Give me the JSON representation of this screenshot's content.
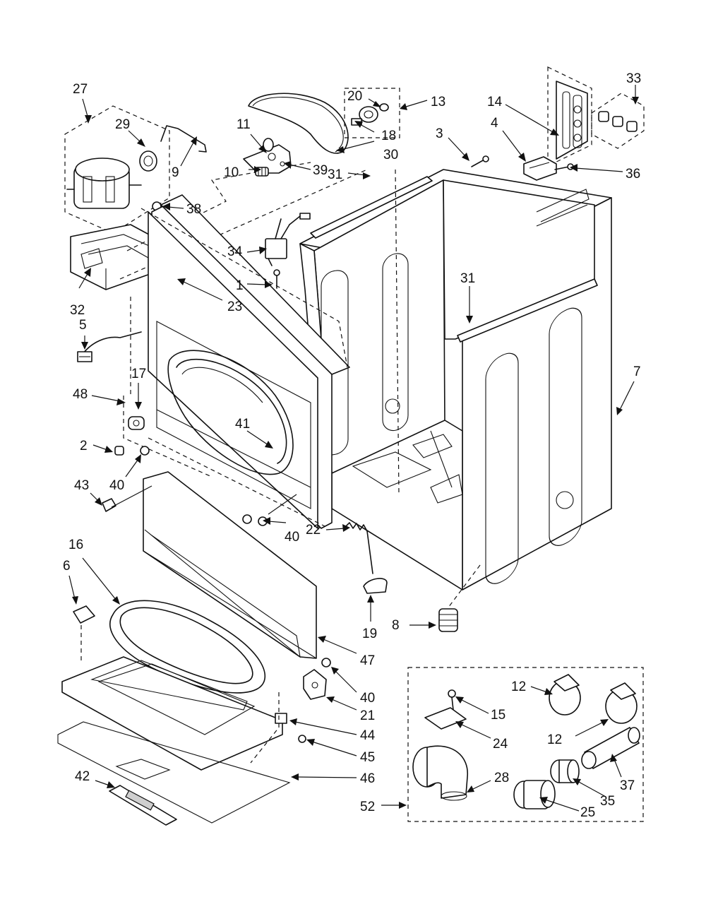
{
  "diagram": {
    "callouts": [
      {
        "id": "c1",
        "label": "1"
      },
      {
        "id": "c2",
        "label": "2"
      },
      {
        "id": "c3",
        "label": "3"
      },
      {
        "id": "c4",
        "label": "4"
      },
      {
        "id": "c5",
        "label": "5"
      },
      {
        "id": "c6",
        "label": "6"
      },
      {
        "id": "c7",
        "label": "7"
      },
      {
        "id": "c8",
        "label": "8"
      },
      {
        "id": "c9",
        "label": "9"
      },
      {
        "id": "c10",
        "label": "10"
      },
      {
        "id": "c11",
        "label": "11"
      },
      {
        "id": "c12a",
        "label": "12"
      },
      {
        "id": "c12b",
        "label": "12"
      },
      {
        "id": "c13",
        "label": "13"
      },
      {
        "id": "c14",
        "label": "14"
      },
      {
        "id": "c15",
        "label": "15"
      },
      {
        "id": "c16",
        "label": "16"
      },
      {
        "id": "c17",
        "label": "17"
      },
      {
        "id": "c18",
        "label": "18"
      },
      {
        "id": "c19",
        "label": "19"
      },
      {
        "id": "c20",
        "label": "20"
      },
      {
        "id": "c21",
        "label": "21"
      },
      {
        "id": "c22",
        "label": "22"
      },
      {
        "id": "c23",
        "label": "23"
      },
      {
        "id": "c24",
        "label": "24"
      },
      {
        "id": "c25",
        "label": "25"
      },
      {
        "id": "c27",
        "label": "27"
      },
      {
        "id": "c28",
        "label": "28"
      },
      {
        "id": "c29",
        "label": "29"
      },
      {
        "id": "c30",
        "label": "30"
      },
      {
        "id": "c31a",
        "label": "31"
      },
      {
        "id": "c31b",
        "label": "31"
      },
      {
        "id": "c32",
        "label": "32"
      },
      {
        "id": "c33",
        "label": "33"
      },
      {
        "id": "c34",
        "label": "34"
      },
      {
        "id": "c35",
        "label": "35"
      },
      {
        "id": "c36",
        "label": "36"
      },
      {
        "id": "c37",
        "label": "37"
      },
      {
        "id": "c38",
        "label": "38"
      },
      {
        "id": "c39",
        "label": "39"
      },
      {
        "id": "c40a",
        "label": "40"
      },
      {
        "id": "c40b",
        "label": "40"
      },
      {
        "id": "c40c",
        "label": "40"
      },
      {
        "id": "c41",
        "label": "41"
      },
      {
        "id": "c42",
        "label": "42"
      },
      {
        "id": "c43",
        "label": "43"
      },
      {
        "id": "c44",
        "label": "44"
      },
      {
        "id": "c45",
        "label": "45"
      },
      {
        "id": "c46",
        "label": "46"
      },
      {
        "id": "c47",
        "label": "47"
      },
      {
        "id": "c48",
        "label": "48"
      },
      {
        "id": "c52",
        "label": "52"
      }
    ]
  }
}
